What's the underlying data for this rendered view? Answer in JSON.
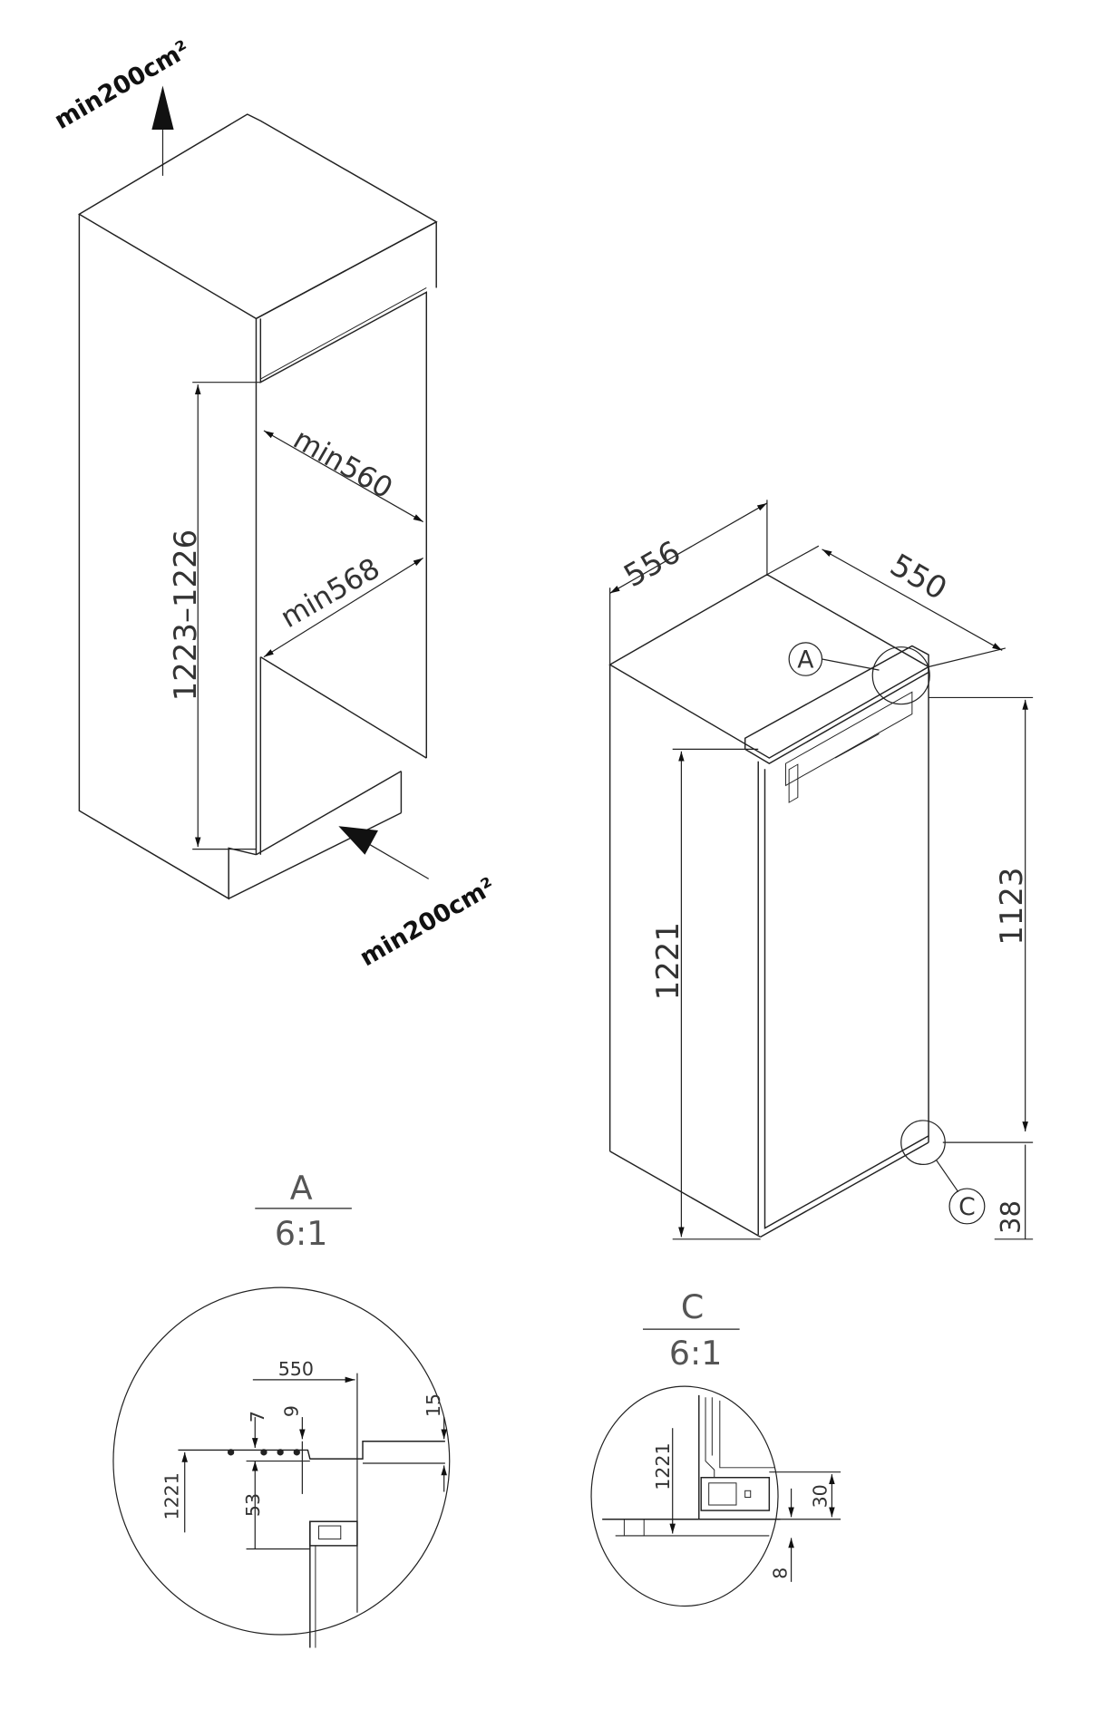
{
  "niche": {
    "vent_top": "min200cm²",
    "vent_bottom": "min200cm²",
    "height": "1223–1226",
    "depth": "min560",
    "width": "min568"
  },
  "appliance": {
    "width": "556",
    "depth": "550",
    "height": "1221",
    "door_height": "1123",
    "bottom_offset": "38",
    "callout_a": "A",
    "callout_c": "C"
  },
  "detail_a": {
    "title": "A",
    "scale": "6:1",
    "dims": {
      "d550": "550",
      "d7": "7",
      "d9": "9",
      "d15": "15",
      "d1221": "1221",
      "d53": "53"
    }
  },
  "detail_c": {
    "title": "C",
    "scale": "6:1",
    "dims": {
      "d1221": "1221",
      "d30": "30",
      "d8": "8"
    }
  }
}
